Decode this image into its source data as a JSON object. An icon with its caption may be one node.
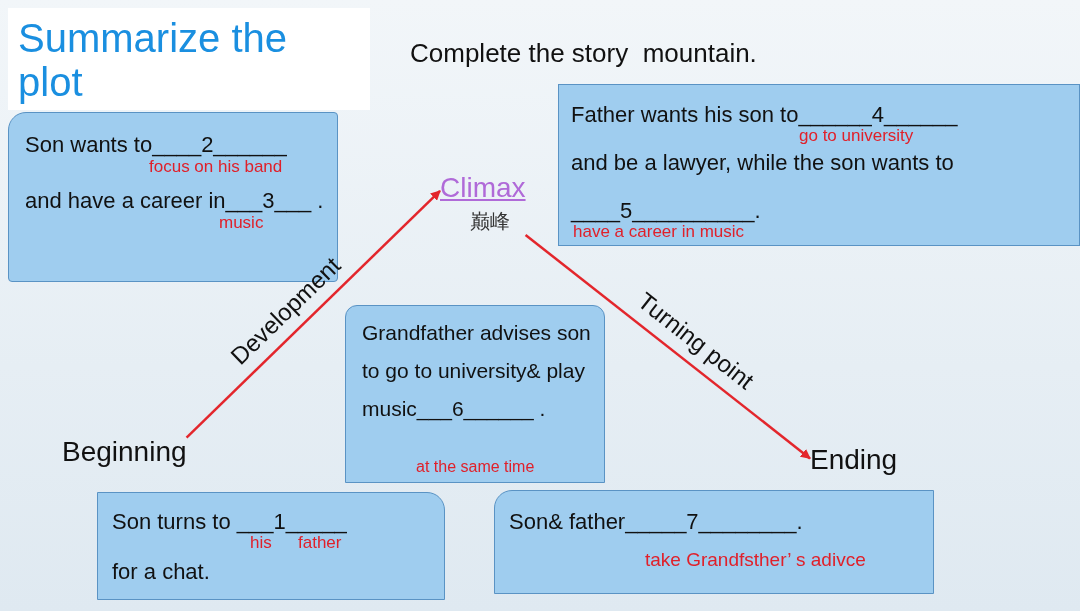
{
  "diagram": {
    "title": "Summarize the plot",
    "nodes": [
      {
        "text": [
          "Son wants to____2______ and have a career in___3___ .",
          "focus on his band",
          "music"
        ]
      },
      {
        "text": [
          "Climax",
          "巅峰"
        ]
      },
      {
        "text": [
          "Father wants his son to______4______ and be a lawyer, while the son wants to ____5__________.",
          "go to university",
          "have a career in music"
        ]
      },
      {
        "text": [
          "Grandfather advises son to go to university& play music___6______ .",
          "at the same time"
        ]
      },
      {
        "text": [
          "Beginning"
        ]
      },
      {
        "text": [
          "Ending"
        ]
      },
      {
        "text": [
          "Son turns to ___1_____ for a chat.",
          "his",
          "father"
        ]
      },
      {
        "text": [
          "Son& father_____7________.",
          "take Grandfsther’ s adivce"
        ]
      }
    ],
    "edges": [
      {
        "from": 4,
        "to": 1,
        "arrow": "to",
        "label": "Development"
      },
      {
        "from": 1,
        "to": 5,
        "arrow": "to",
        "label": "Turning point"
      }
    ],
    "labels": [
      "Complete the story  mountain."
    ]
  }
}
